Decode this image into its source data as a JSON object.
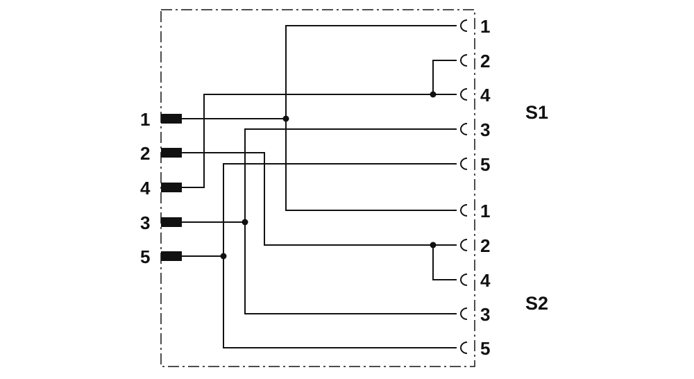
{
  "diagram": {
    "plug_labels": [
      "1",
      "2",
      "4",
      "3",
      "5"
    ],
    "socket_labels": [
      "1",
      "2",
      "4",
      "3",
      "5",
      "1",
      "2",
      "4",
      "3",
      "5"
    ],
    "groups": [
      "S1",
      "S2"
    ]
  }
}
